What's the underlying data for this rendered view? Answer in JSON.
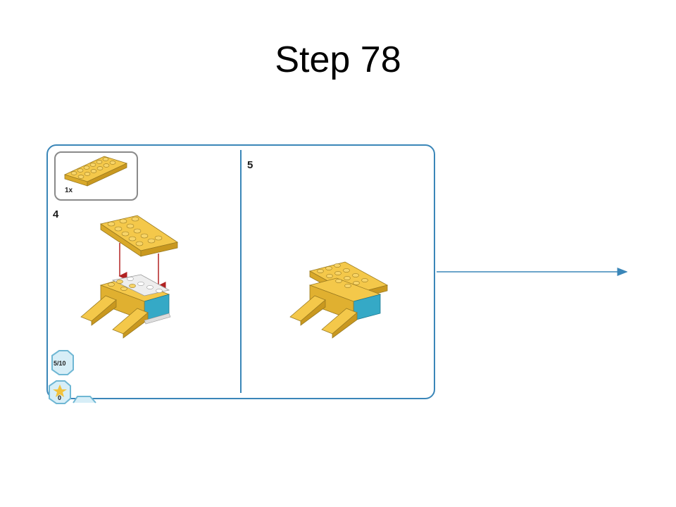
{
  "slide": {
    "title": "Step 78"
  },
  "parts_list": {
    "quantity": "1x",
    "part_icon": "yellow-2x6-plate"
  },
  "steps": [
    {
      "number": "4"
    },
    {
      "number": "5"
    }
  ],
  "badges": [
    {
      "icon": "progress-hex-icon",
      "label": "5/10"
    },
    {
      "icon": "star-hex-icon",
      "label": "0"
    }
  ],
  "colors": {
    "frame": "#3a86b8",
    "brick_yellow": "#f2c23d",
    "brick_teal": "#35a9c6",
    "arrow_red": "#b22222"
  }
}
